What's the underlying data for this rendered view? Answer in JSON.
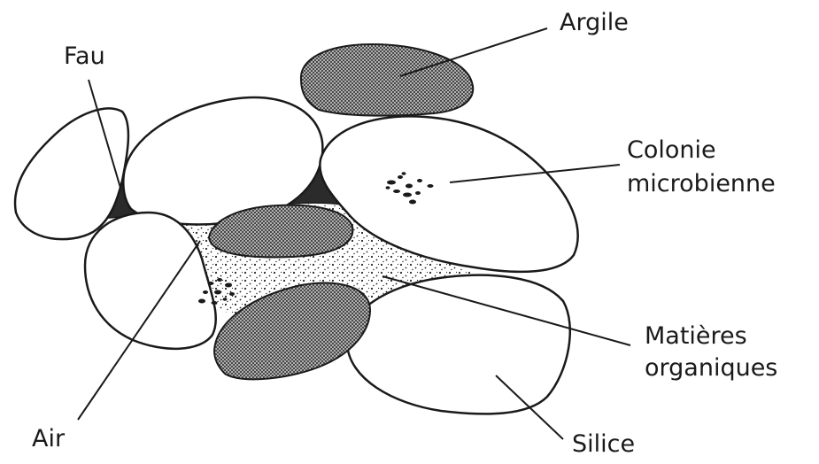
{
  "labels": {
    "argile": "Argile",
    "fau": "Fau",
    "colonie_line1": "Colonie",
    "colonie_line2": "microbienne",
    "matieres_line1": "Matières",
    "matieres_line2": "organiques",
    "air": "Air",
    "silice": "Silice"
  },
  "colors": {
    "ink": "#1a1a1a",
    "water": "#2b2b2b",
    "background": "#ffffff"
  }
}
